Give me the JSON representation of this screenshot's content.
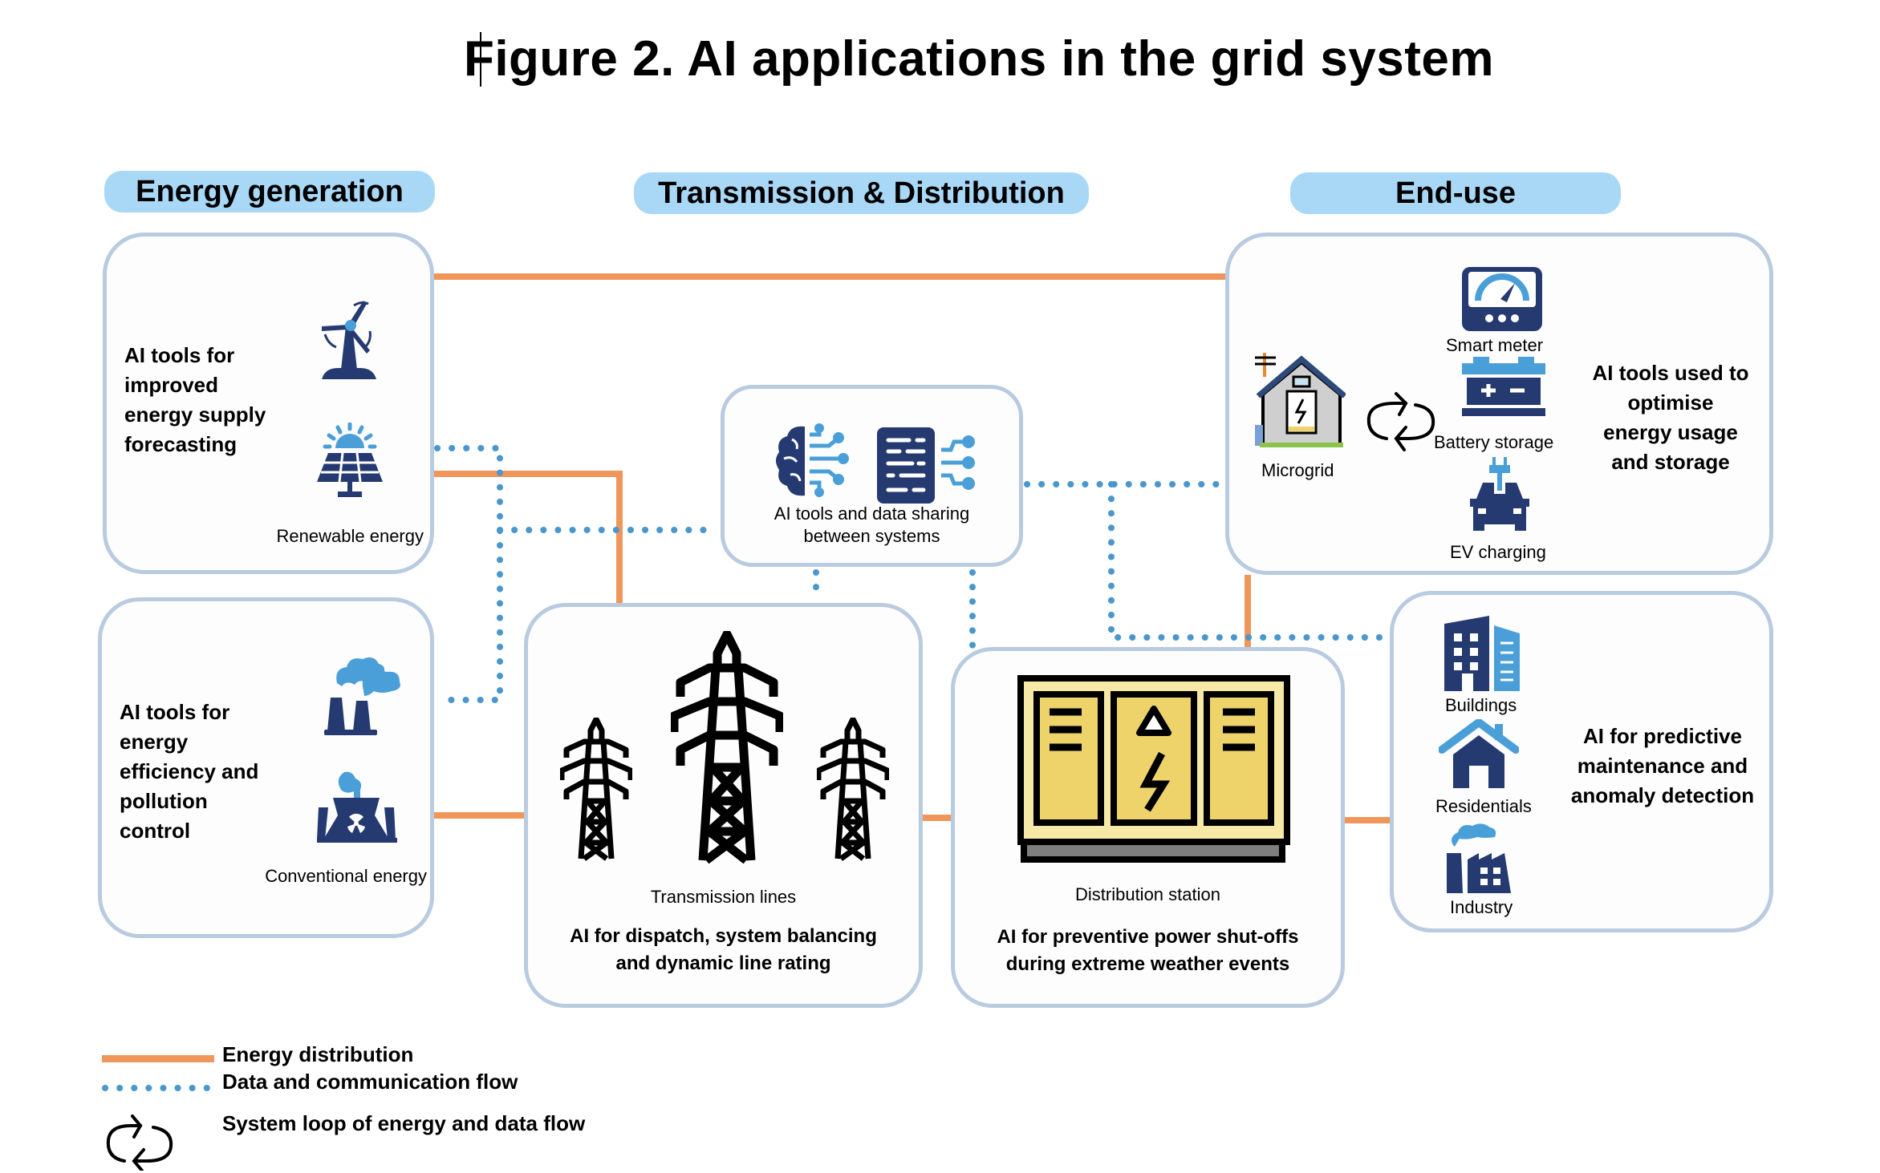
{
  "title": "Figure 2. AI applications in the grid system",
  "sections": {
    "generation": "Energy generation",
    "transmission": "Transmission & Distribution",
    "end_use": "End-use"
  },
  "boxes": {
    "renewable": {
      "description": "AI tools for improved energy supply forecasting",
      "desc_lines": [
        "AI tools for",
        "improved",
        "energy supply",
        "forecasting"
      ],
      "caption": "Renewable energy",
      "icons": [
        "wind-turbine-icon",
        "solar-panel-icon"
      ]
    },
    "conventional": {
      "desc_lines": [
        "AI tools for",
        "energy",
        "efficiency and",
        "pollution",
        "control"
      ],
      "caption": "Conventional energy",
      "icons": [
        "factory-smoke-icon",
        "nuclear-plant-icon"
      ]
    },
    "data_sharing": {
      "caption_lines": [
        "AI tools and data sharing",
        "between systems"
      ],
      "icons": [
        "ai-brain-icon",
        "data-document-icon"
      ]
    },
    "transmission": {
      "caption": "Transmission lines",
      "desc_lines": [
        "AI for dispatch, system balancing",
        "and dynamic line rating"
      ],
      "icons": [
        "transmission-tower-icon"
      ]
    },
    "distribution": {
      "caption": "Distribution station",
      "desc_lines": [
        "AI for preventive power shut-offs",
        "during extreme weather events"
      ],
      "icons": [
        "distribution-station-icon"
      ]
    },
    "end_use_top": {
      "items": {
        "microgrid": "Microgrid",
        "smart_meter": "Smart meter",
        "battery": "Battery storage",
        "ev": "EV charging"
      },
      "desc_lines": [
        "AI tools used to",
        "optimise",
        "energy usage",
        "and storage"
      ]
    },
    "end_use_bottom": {
      "items": {
        "buildings": "Buildings",
        "residentials": "Residentials",
        "industry": "Industry"
      },
      "desc_lines": [
        "AI for predictive",
        "maintenance and",
        "anomaly detection"
      ]
    }
  },
  "legend": {
    "energy": "Energy distribution",
    "data": "Data and communication flow",
    "loop": "System loop of energy and data flow"
  },
  "colors": {
    "energy_line": "#F0965A",
    "data_line": "#4A97CD",
    "box_border": "#B9CBE0",
    "pill": "#A9D8F7",
    "icon_dark": "#263A72",
    "icon_light": "#4A9FD8",
    "station_yellow": "#EDD36A"
  }
}
